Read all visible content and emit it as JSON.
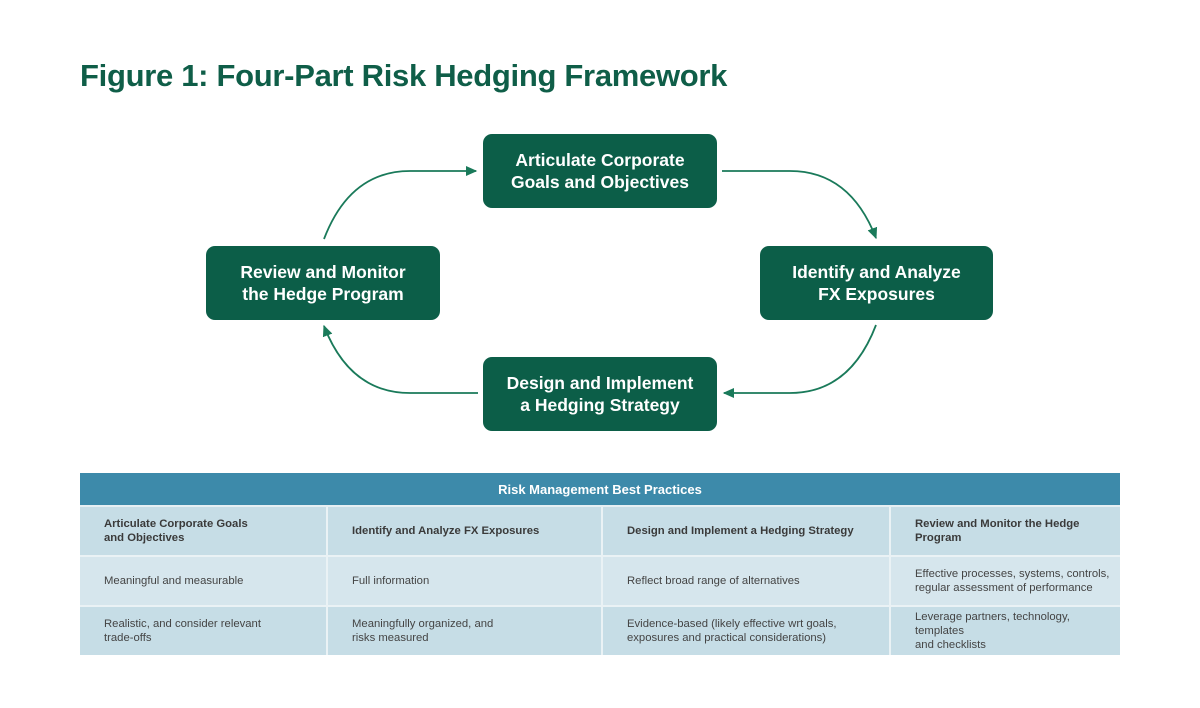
{
  "title": "Figure 1: Four-Part Risk Hedging Framework",
  "colors": {
    "node_fill": "#0c5e48",
    "title": "#0f5e48",
    "arrow": "#1a7a5a",
    "table_caption": "#3d8aaa",
    "table_row_dark": "#c6dde6",
    "table_row_light": "#d6e6ed"
  },
  "cycle": {
    "nodes": [
      {
        "id": "top",
        "label": "Articulate Corporate\nGoals and Objectives"
      },
      {
        "id": "right",
        "label": "Identify and Analyze\nFX Exposures"
      },
      {
        "id": "bottom",
        "label": "Design and Implement\na Hedging Strategy"
      },
      {
        "id": "left",
        "label": "Review and Monitor\nthe Hedge Program"
      }
    ],
    "edges": [
      {
        "from": "top",
        "to": "right"
      },
      {
        "from": "right",
        "to": "bottom"
      },
      {
        "from": "bottom",
        "to": "left"
      },
      {
        "from": "left",
        "to": "top"
      }
    ]
  },
  "table": {
    "caption": "Risk Management Best Practices",
    "headers": [
      "Articulate Corporate Goals\nand Objectives",
      "Identify and Analyze FX Exposures",
      "Design and Implement a Hedging Strategy",
      "Review and Monitor the Hedge Program"
    ],
    "rows": [
      [
        "Meaningful and measurable",
        "Full information",
        "Reflect broad range of alternatives",
        "Effective processes, systems, controls,\nregular assessment of performance"
      ],
      [
        "Realistic, and consider relevant\ntrade-offs",
        "Meaningfully organized, and\nrisks measured",
        "Evidence-based (likely effective wrt goals,\nexposures and practical considerations)",
        "Leverage partners, technology, templates\nand checklists"
      ]
    ]
  }
}
